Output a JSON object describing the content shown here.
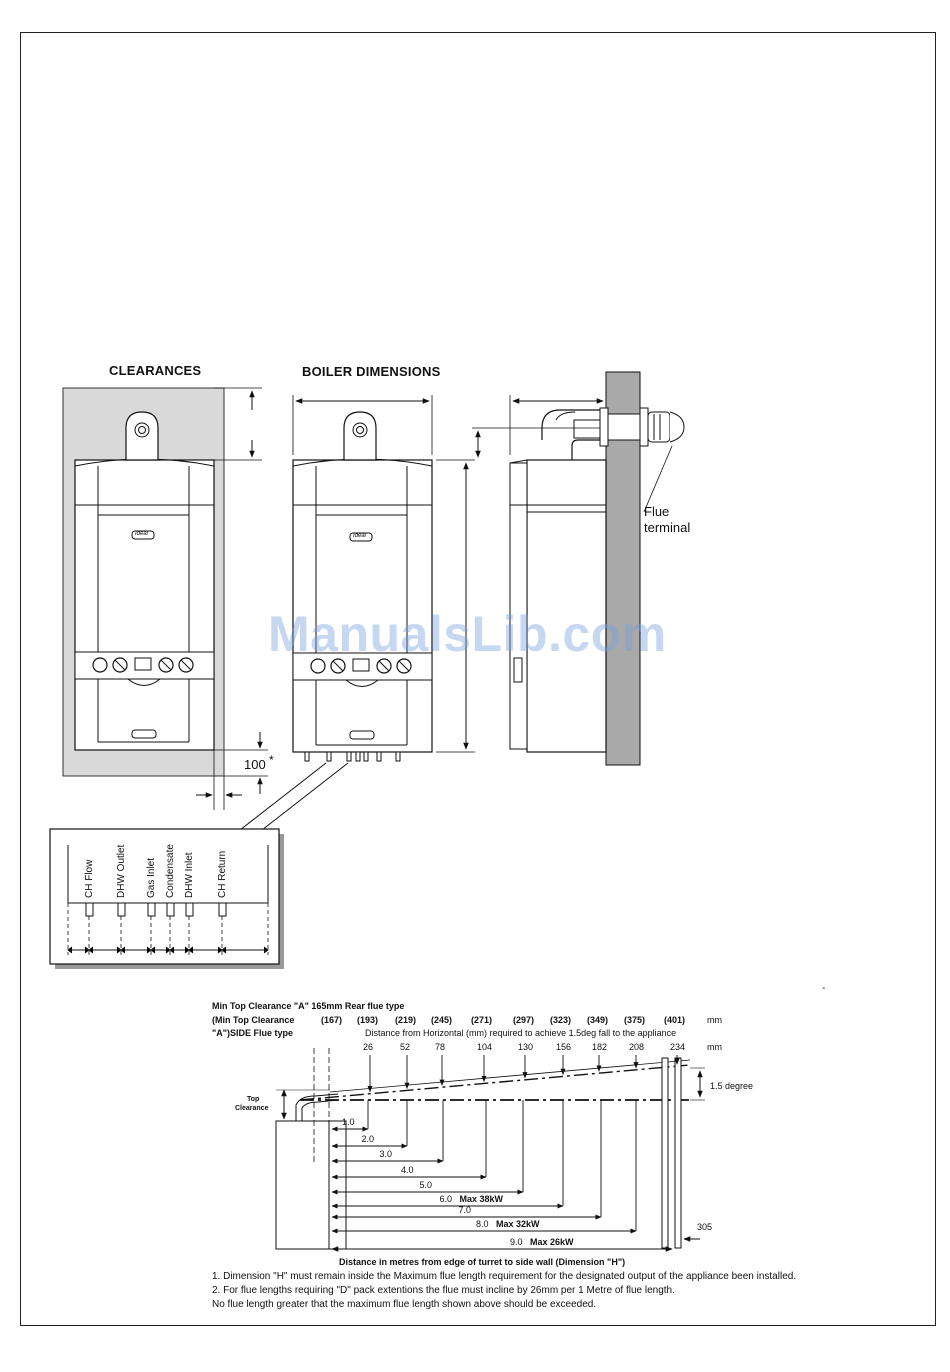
{
  "headings": {
    "clearances": "CLEARANCES",
    "boiler_dimensions": "BOILER DIMENSIONS"
  },
  "labels": {
    "flue_terminal_line1": "Flue",
    "flue_terminal_line2": "terminal",
    "bottom_clearance": "100",
    "bottom_clearance_mark": "*",
    "logo": "Ideal",
    "dash_mark": "-"
  },
  "connections": [
    "CH Flow",
    "DHW Outlet",
    "Gas Inlet",
    "Condensate",
    "DHW Inlet",
    "CH Return"
  ],
  "flue_chart": {
    "row1": "Min Top Clearance \"A\" 165mm Rear flue type",
    "row2": "(Min Top Clearance",
    "row3": "\"A\")SIDE Flue type",
    "side_values": [
      "(167)",
      "(193)",
      "(219)",
      "(245)",
      "(271)",
      "(297)",
      "(323)",
      "(349)",
      "(375)",
      "(401)"
    ],
    "unit_mm": "mm",
    "distance_caption": "Distance from Horizontal (mm) required to achieve 1.5deg fall to the appliance",
    "fall_values": [
      "26",
      "52",
      "78",
      "104",
      "130",
      "156",
      "182",
      "208",
      "234"
    ],
    "angle_label": "1.5 degree",
    "top_clearance_line1": "Top",
    "top_clearance_line2": "Clearance",
    "lengths": [
      "1.0",
      "2.0",
      "3.0",
      "4.0",
      "5.0",
      "6.0",
      "7.0",
      "8.0",
      "9.0"
    ],
    "max_labels": {
      "6.0": "Max 38kW",
      "8.0": "Max 32kW",
      "9.0": "Max 26kW"
    },
    "side_gap": "305",
    "axis_caption": "Distance in metres from edge of turret to side wall (Dimension \"H\")"
  },
  "notes": [
    "1. Dimension \"H\" must remain inside the Maximum flue length requirement for the designated output of the appliance been installed.",
    "2. For flue lengths requiring \"D\" pack extentions the flue must incline by 26mm per 1 Metre of flue length.",
    "No flue length greater that the maximum flue length shown above should be exceeded."
  ],
  "watermark": "ManualsLib.com"
}
